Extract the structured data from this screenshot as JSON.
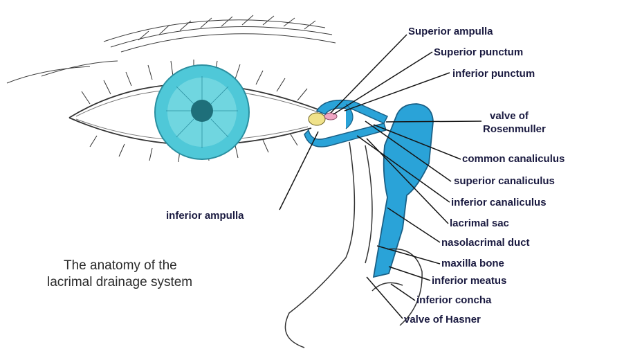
{
  "caption": {
    "line1": "The anatomy of the",
    "line2": "lacrimal drainage system"
  },
  "labels": {
    "superior_ampulla": "Superior ampulla",
    "superior_punctum": "Superior punctum",
    "inferior_punctum": "inferior punctum",
    "valve_of": "valve of",
    "rosenmuller": "Rosenmuller",
    "common_canaliculus": "common canaliculus",
    "superior_canaliculus": "superior canaliculus",
    "inferior_canaliculus": "inferior canaliculus",
    "lacrimal_sac": "lacrimal sac",
    "nasolacrimal_duct": "nasolacrimal duct",
    "maxilla_bone": "maxilla bone",
    "inferior_meatus": "inferior meatus",
    "inferior_concha": "inferior concha",
    "valve_of_hasner": "valve  of Hasner",
    "inferior_ampulla": "inferior ampulla"
  },
  "colors": {
    "drainage_blue": "#2aa3d8",
    "iris_cyan": "#4fc8d8",
    "pupil": "#1e6f7a",
    "caruncle": "#f0e28a",
    "punctum_pink": "#f1a6c4"
  }
}
